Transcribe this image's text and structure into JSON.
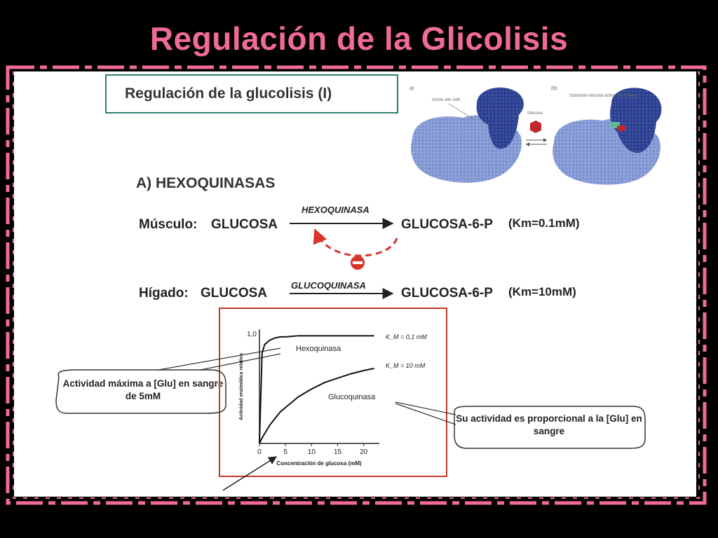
{
  "slide_title": "Regulación de la Glicolisis",
  "section_title": "Regulación de la glucolisis (I)",
  "section_heading": "A) HEXOQUINASAS",
  "reactions": {
    "muscle": {
      "tissue": "Músculo:",
      "substrate": "GLUCOSA",
      "enzyme": "HEXOQUINASA",
      "product": "GLUCOSA-6-P",
      "km": "(Km=0.1mM)"
    },
    "liver": {
      "tissue": "Hígado:",
      "substrate": "GLUCOSA",
      "enzyme": "GLUCOQUINASA",
      "product": "GLUCOSA-6-P",
      "km": "(Km=10mM)"
    }
  },
  "protein_image": {
    "label_a": "a)",
    "label_b": "(b)",
    "note_active_site": "Active site cleft",
    "note_glucose": "Glucose",
    "note_induced_fit": "Substrate induced active site folding",
    "colors": {
      "domain_light": "#8fa2d8",
      "domain_dark": "#2c3f8f",
      "glucose": "#c0282d"
    }
  },
  "callouts": {
    "left": "Actividad máxima a [Glu] en sangre de 5mM",
    "right": "Su actividad es proporcional a la [Glu] en sangre"
  },
  "colors": {
    "title": "#f06a9a",
    "inhibition": "#d9342b",
    "chart_border": "#c0392b",
    "box_border": "#2f7d6f"
  },
  "chart_data": {
    "type": "line",
    "x": [
      0,
      0.5,
      1,
      2,
      3,
      4,
      5,
      7.5,
      10,
      12.5,
      15,
      17.5,
      20,
      22
    ],
    "series": [
      {
        "name": "Hexoquinasa",
        "annotation": "K_M = 0,1 mM",
        "values": [
          0,
          0.83,
          0.91,
          0.95,
          0.97,
          0.98,
          0.98,
          0.99,
          0.99,
          0.99,
          0.99,
          0.99,
          0.99,
          0.99
        ]
      },
      {
        "name": "Glucoquinasa",
        "annotation": "K_M = 10 mM",
        "values": [
          0,
          0.05,
          0.09,
          0.17,
          0.23,
          0.29,
          0.33,
          0.43,
          0.5,
          0.56,
          0.6,
          0.64,
          0.67,
          0.69
        ]
      }
    ],
    "x_ticks": [
      0,
      5,
      10,
      15,
      20
    ],
    "y_tick_label": "1,0",
    "xlabel": "Concentración de glucosa (mM)",
    "ylabel": "Actividad enzimática relativa",
    "xlim": [
      0,
      23
    ],
    "ylim": [
      0,
      1.05
    ],
    "grid": false
  }
}
